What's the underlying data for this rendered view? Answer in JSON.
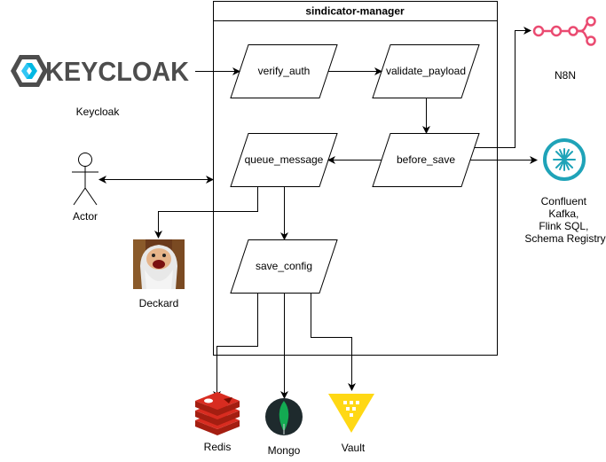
{
  "container": {
    "title": "sindicator-manager"
  },
  "nodes": {
    "verify_auth": "verify_auth",
    "validate_payload": "validate_payload",
    "before_save": "before_save",
    "queue_message": "queue_message",
    "save_config": "save_config"
  },
  "external": {
    "keycloak_logo_text": "KEYCLOAK",
    "keycloak": "Keycloak",
    "actor": "Actor",
    "deckard": "Deckard",
    "n8n": "N8N",
    "confluent": [
      "Confluent",
      "Kafka,",
      "Flink SQL,",
      "Schema Registry"
    ],
    "redis": "Redis",
    "mongo": "Mongo",
    "vault": "Vault"
  },
  "colors": {
    "n8n": "#ea4b71",
    "confluent": "#1fa3b8",
    "redis": "#d82c20",
    "mongo_bg": "#1e2a2d",
    "mongo_leaf": "#13aa52",
    "vault": "#ffd814",
    "keycloak_text": "#4d4d4d"
  },
  "icons": [
    "keycloak-logo-icon",
    "actor-icon",
    "deckard-avatar-icon",
    "n8n-icon",
    "confluent-icon",
    "redis-icon",
    "mongo-icon",
    "vault-icon"
  ]
}
